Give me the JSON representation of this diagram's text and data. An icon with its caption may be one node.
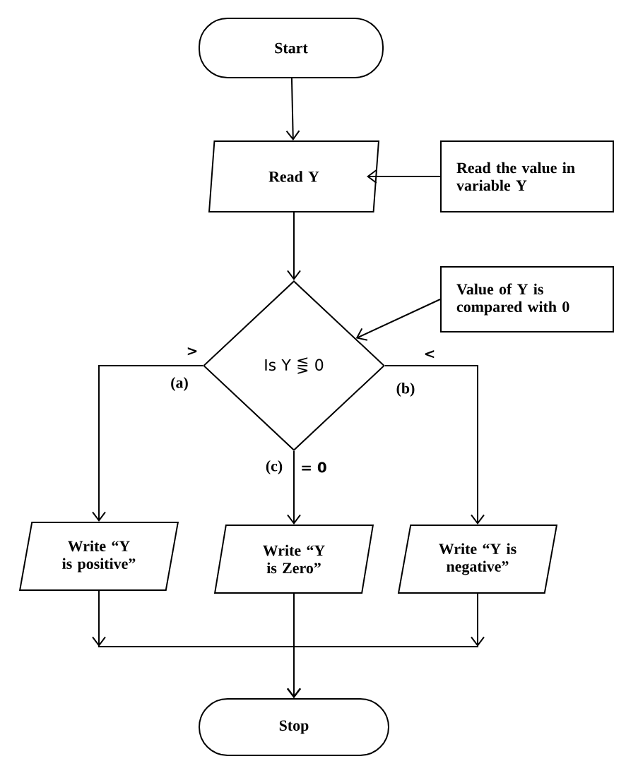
{
  "diagram": {
    "nodes": [
      {
        "text": [
          "Start"
        ]
      },
      {
        "text": [
          "Read Y"
        ]
      },
      {
        "text": [
          "Read the value in variable Y"
        ]
      },
      {
        "text": [
          "Is Y ⋚ 0"
        ]
      },
      {
        "text": [
          "Value of Y is compared with 0"
        ]
      },
      {
        "text": [
          "Write “Y is positive”"
        ]
      },
      {
        "text": [
          "Write “Y is Zero”"
        ]
      },
      {
        "text": [
          "Write “Y is negative”"
        ]
      },
      {
        "text": [
          "Stop"
        ]
      }
    ],
    "edges": [
      {
        "from": 0,
        "to": 1,
        "arrow": "to"
      },
      {
        "from": 2,
        "to": 1,
        "arrow": "to"
      },
      {
        "from": 1,
        "to": 3,
        "arrow": "to"
      },
      {
        "from": 4,
        "to": 3,
        "arrow": "to"
      },
      {
        "from": 3,
        "to": 5,
        "arrow": "to",
        "label": ">"
      },
      {
        "from": 3,
        "to": 6,
        "arrow": "to",
        "label": "= 0"
      },
      {
        "from": 3,
        "to": 7,
        "arrow": "to",
        "label": "<"
      },
      {
        "from": 5,
        "to": 8,
        "arrow": "to"
      },
      {
        "from": 6,
        "to": 8,
        "arrow": "to"
      },
      {
        "from": 7,
        "to": 8,
        "arrow": "to"
      }
    ],
    "labels": [
      "(a)",
      "(b)",
      "(c)"
    ]
  }
}
